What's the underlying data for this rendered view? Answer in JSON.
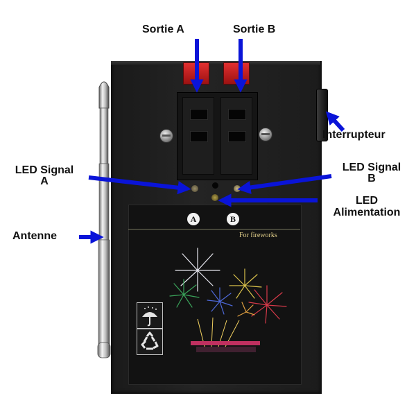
{
  "labels": {
    "sortie_a": "Sortie A",
    "sortie_b": "Sortie B",
    "interrupteur": "Interrupteur",
    "led_signal_a_line1": "LED Signal",
    "led_signal_a_line2": "A",
    "led_signal_b_line1": "LED Signal",
    "led_signal_b_line2": "B",
    "led_alim_line1": "LED",
    "led_alim_line2": "Alimentation",
    "antenne": "Antenne"
  },
  "device": {
    "channel_a": "A",
    "channel_b": "B",
    "sticker_text": "For fireworks"
  },
  "colors": {
    "arrow": "#0a14d8",
    "body": "#1f1f1f",
    "lever": "#d62424",
    "sticker_text": "#e3d08a"
  },
  "icons": [
    "umbrella-icon",
    "recycle-icon",
    "screw-icon",
    "antenna-icon",
    "arrow-icon"
  ]
}
